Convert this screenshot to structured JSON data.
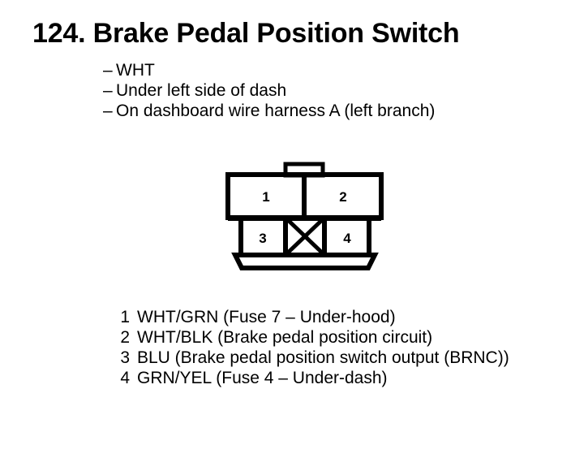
{
  "page": {
    "background_color": "#ffffff",
    "ink_color": "#000000"
  },
  "header": {
    "number": "124.",
    "title": "124. Brake Pedal Position Switch"
  },
  "details": {
    "dash": "–",
    "items": [
      {
        "text": "WHT"
      },
      {
        "text": "Under left side of dash"
      },
      {
        "text": "On dashboard wire harness A (left branch)"
      }
    ]
  },
  "connector": {
    "name": "4-cavity connector",
    "upper_row": [
      {
        "cavity": "1"
      },
      {
        "cavity": "2"
      }
    ],
    "lower_row": [
      {
        "cavity": "3"
      },
      {
        "cavity": "blank",
        "marking": "X"
      },
      {
        "cavity": "4"
      }
    ]
  },
  "legend": {
    "rows": [
      {
        "pin": "1",
        "desc": "WHT/GRN (Fuse 7 – Under-hood)"
      },
      {
        "pin": "2",
        "desc": "WHT/BLK (Brake pedal position circuit)"
      },
      {
        "pin": "3",
        "desc": "BLU (Brake pedal position switch output (BRNC))"
      },
      {
        "pin": "4",
        "desc": "GRN/YEL (Fuse 4 – Under-dash)"
      }
    ]
  }
}
